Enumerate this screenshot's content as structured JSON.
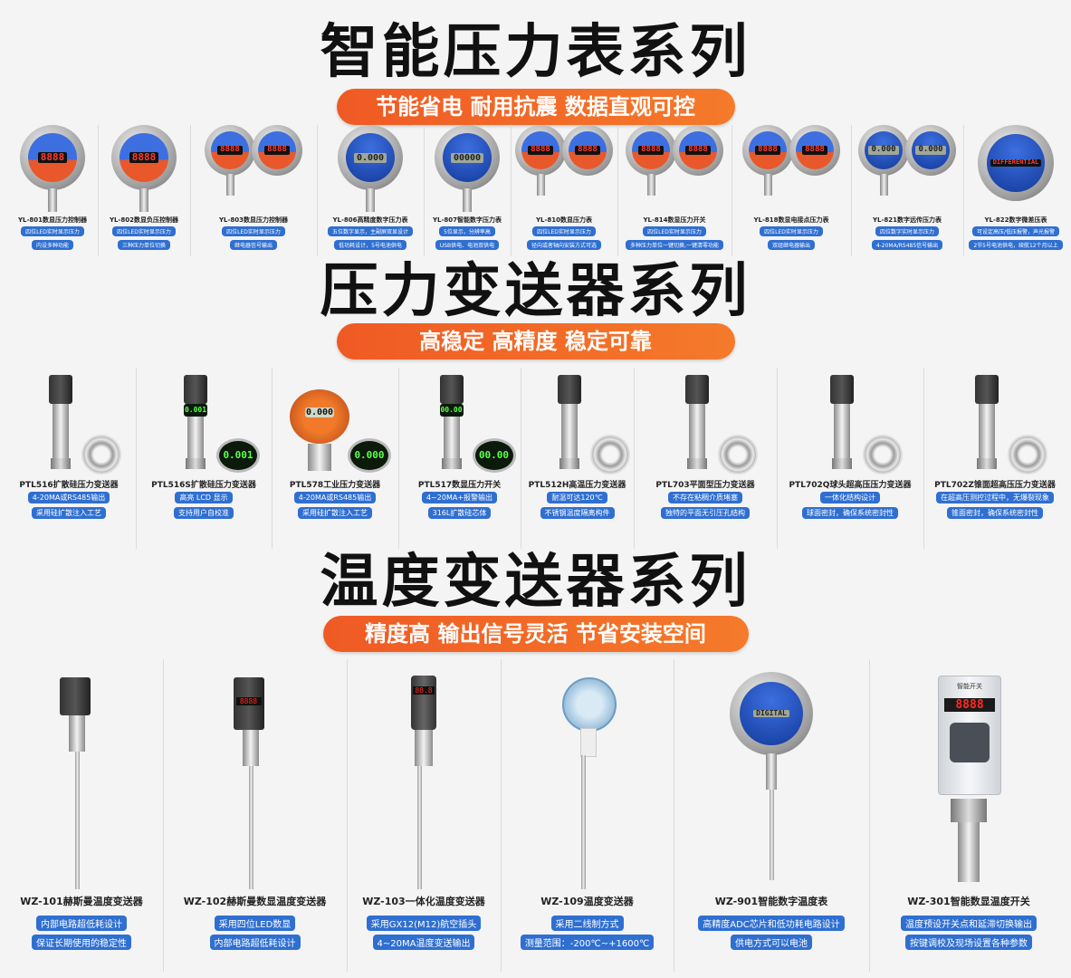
{
  "sections": [
    {
      "title": "智能压力表系列",
      "slogan": "节能省电 耐用抗震 数据直观可控",
      "products": [
        {
          "name": "YL-801数显压力控制器",
          "tags": [
            "四位LED实时显示压力",
            "内设多种功能"
          ],
          "display": "8888"
        },
        {
          "name": "YL-802数显负压控制器",
          "tags": [
            "四位LED实时显示压力",
            "三种压力单位切换"
          ],
          "display": "8888"
        },
        {
          "name": "YL-803数显压力控制器",
          "tags": [
            "四位LED实时显示压力",
            "继电器信号输出"
          ],
          "display": "8888"
        },
        {
          "name": "YL-806高精度数字压力表",
          "tags": [
            "五位数字显示，主副屏双显设计",
            "低功耗设计，5号电池供电"
          ],
          "display": "0.000"
        },
        {
          "name": "YL-807智能数字压力表",
          "tags": [
            "5位显示，分辨率高",
            "USB供电、电池双供电"
          ],
          "display": "00000"
        },
        {
          "name": "YL-810数显压力表",
          "tags": [
            "四位LED实时显示压力",
            "径向或者轴向安装方式可选"
          ],
          "display": "8888"
        },
        {
          "name": "YL-814数显压力开关",
          "tags": [
            "四位LED实时显示压力",
            "多种压力单位一键切换,一键清零功能"
          ],
          "display": "8888"
        },
        {
          "name": "YL-818数显电接点压力表",
          "tags": [
            "四位LED实时显示压力",
            "双组继电器输出"
          ],
          "display": "8888"
        },
        {
          "name": "YL-821数字远传压力表",
          "tags": [
            "四位数字实时显示压力",
            "4-20MA/RS485信号输出"
          ],
          "display": "0.000"
        },
        {
          "name": "YL-822数字微差压表",
          "tags": [
            "可设定高压/低压报警，声光报警",
            "2节5号电池供电，续航12个月以上"
          ],
          "display": "DIFFERENTIAL"
        }
      ]
    },
    {
      "title": "压力变送器系列",
      "slogan": "高稳定  高精度  稳定可靠",
      "products": [
        {
          "name": "PTL516扩散硅压力变送器",
          "tags": [
            "4-20MA或RS485输出",
            "采用硅扩散注入工艺"
          ],
          "display": ""
        },
        {
          "name": "PTL516S扩散硅压力变送器",
          "tags": [
            "高亮 LCD 显示",
            "支持用户自校准"
          ],
          "display": "0.001"
        },
        {
          "name": "PTL578工业压力变送器",
          "tags": [
            "4-20MA或RS485输出",
            "采用硅扩散注入工艺"
          ],
          "display": "0.000"
        },
        {
          "name": "PTL517数显压力开关",
          "tags": [
            "4~20MA+报警输出",
            "316L扩散硅芯体"
          ],
          "display": "00.00"
        },
        {
          "name": "PTL512H高温压力变送器",
          "tags": [
            "耐温可达120℃",
            "不锈钢温度隔离构件"
          ],
          "display": ""
        },
        {
          "name": "PTL703平面型压力变送器",
          "tags": [
            "不存在粘稠介质堵塞",
            "独特的平面无引压孔结构"
          ],
          "display": ""
        },
        {
          "name": "PTL702Q球头超高压压力变送器",
          "tags": [
            "一体化结构设计",
            "球面密封，确保系统密封性"
          ],
          "display": ""
        },
        {
          "name": "PTL702Z锥面超高压压力变送器",
          "tags": [
            "在超高压测控过程中，无爆裂现象",
            "锥面密封，确保系统密封性"
          ],
          "display": ""
        }
      ]
    },
    {
      "title": "温度变送器系列",
      "slogan": "精度高 输出信号灵活 节省安装空间",
      "products": [
        {
          "name": "WZ-101赫斯曼温度变送器",
          "tags": [
            "内部电路超低耗设计",
            "保证长期使用的稳定性"
          ],
          "display": ""
        },
        {
          "name": "WZ-102赫斯曼数显温度变送器",
          "tags": [
            "采用四位LED数显",
            "内部电路超低耗设计"
          ],
          "display": "8888"
        },
        {
          "name": "WZ-103一体化温度变送器",
          "tags": [
            "采用GX12(M12)航空插头",
            "4~20MA温度变送输出"
          ],
          "display": "88.8"
        },
        {
          "name": "WZ-109温度变送器",
          "tags": [
            "采用二线制方式",
            "测量范围：-200℃~+1600℃"
          ],
          "display": ""
        },
        {
          "name": "WZ-901智能数字温度表",
          "tags": [
            "高精度ADC芯片和低功耗电路设计",
            "供电方式可以电池"
          ],
          "display": "DIGITAL"
        },
        {
          "name": "WZ-301智能数显温度开关",
          "tags": [
            "温度预设开关点和延滞切换输出",
            "按键调校及现场设置各种参数"
          ],
          "display": "8888",
          "panel_title": "智能开关"
        }
      ]
    }
  ],
  "colors": {
    "accent": "#ef5a24",
    "tag_blue": "#2f6fd1",
    "gauge_blue": "#1f4fc0"
  }
}
